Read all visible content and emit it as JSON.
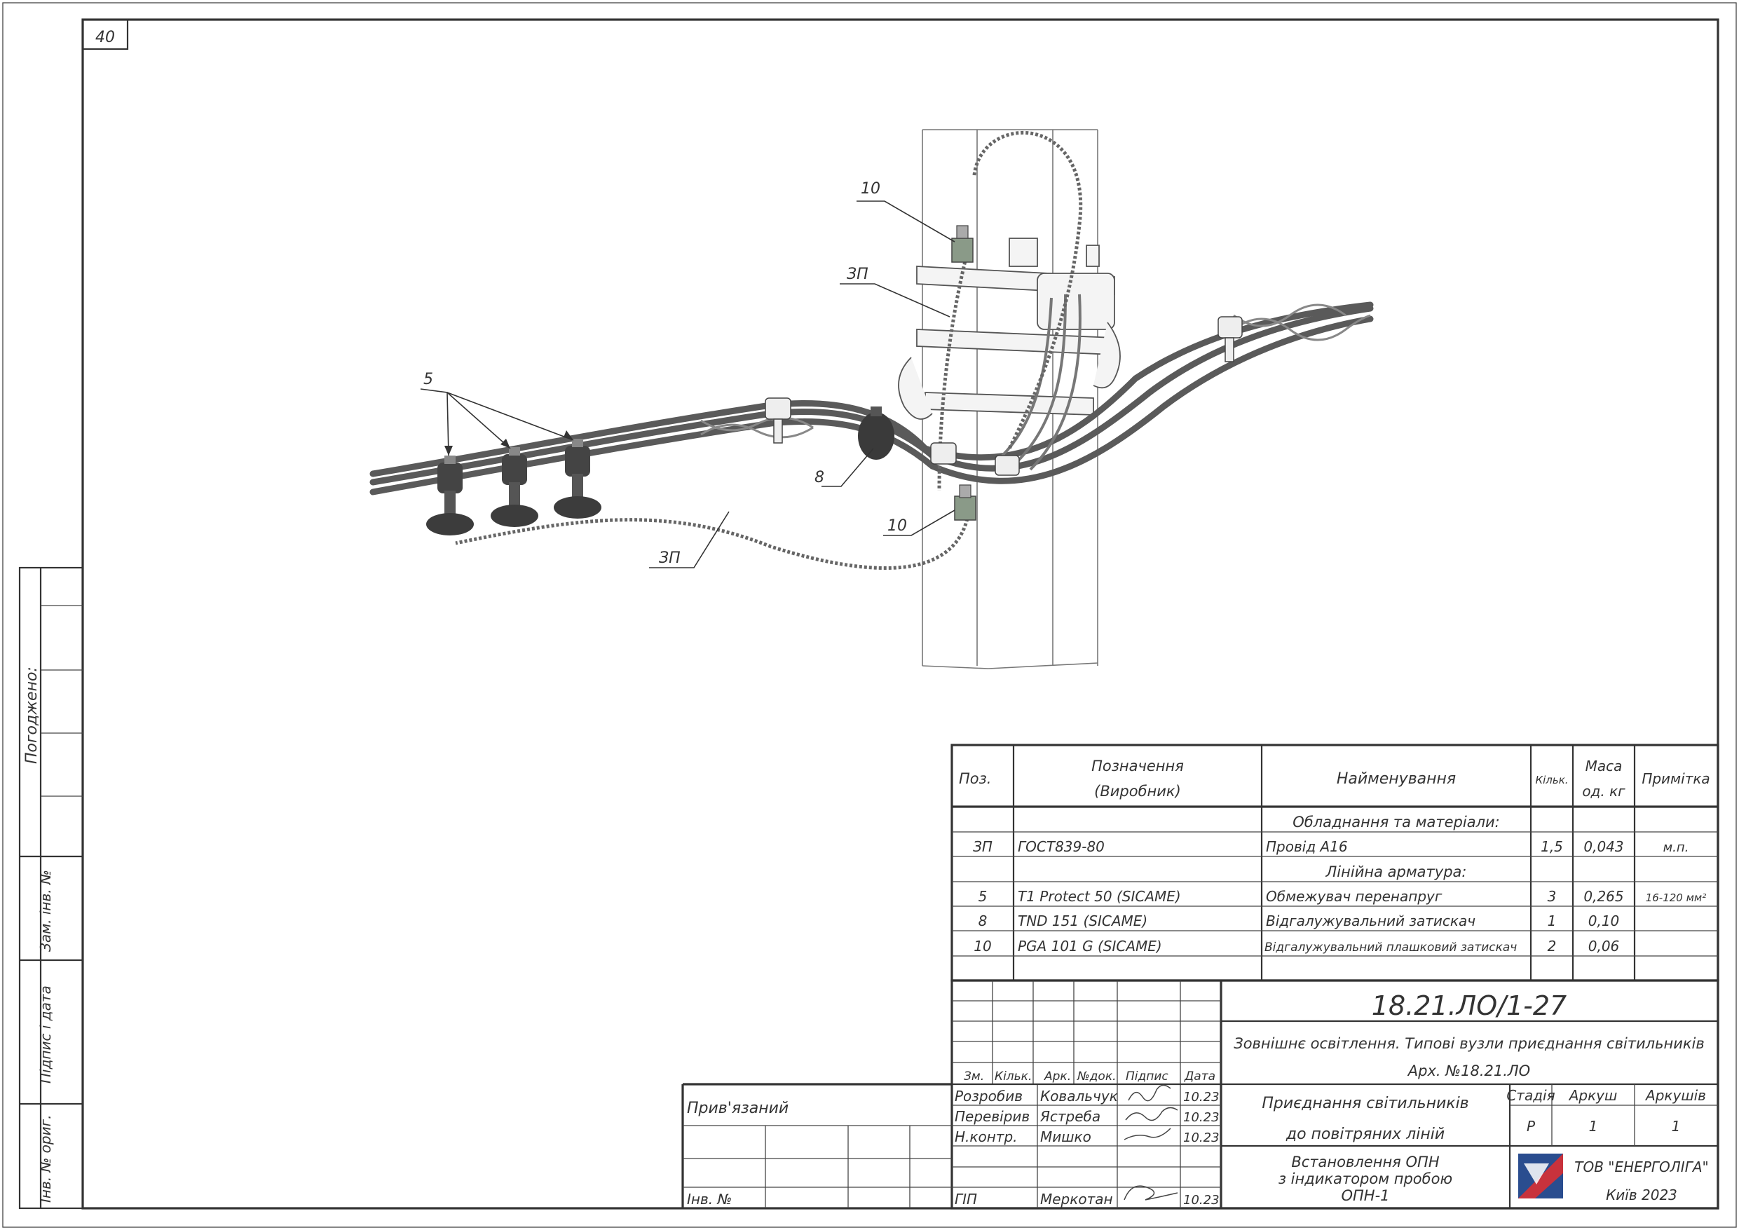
{
  "sheet_number": "40",
  "side_stamp": {
    "agreed": "Погоджено:",
    "replaced_inv": "Зам. інв. №",
    "sign_date": "Підпис і дата",
    "orig_inv": "Інв. № ориг."
  },
  "callouts": {
    "c10_top": "10",
    "c3p_top": "ЗП",
    "c5": "5",
    "c8": "8",
    "c10_bottom": "10",
    "c3p_bottom": "ЗП"
  },
  "spec_table": {
    "headers": {
      "pos": "Поз.",
      "designation_1": "Позначення",
      "designation_2": "(Виробник)",
      "name": "Найменування",
      "qty": "Кільк.",
      "mass_1": "Маса",
      "mass_2": "од. кг",
      "note": "Примітка"
    },
    "section_equipment": "Обладнання та матеріали:",
    "section_fittings": "Лінійна арматура:",
    "rows": [
      {
        "pos": "ЗП",
        "designation": "ГОСТ839-80",
        "name": "Провід А16",
        "qty": "1,5",
        "mass": "0,043",
        "note": "м.п."
      },
      {
        "pos": "5",
        "designation": "T1 Protect 50   (SICAME)",
        "name": "Обмежувач перенапруг",
        "qty": "3",
        "mass": "0,265",
        "note": "16-120 мм²"
      },
      {
        "pos": "8",
        "designation": "TND 151   (SICAME)",
        "name": "Відгалужувальний затискач",
        "qty": "1",
        "mass": "0,10",
        "note": ""
      },
      {
        "pos": "10",
        "designation": "PGA 101 G   (SICAME)",
        "name": "Відгалужувальний плашковий затискач",
        "qty": "2",
        "mass": "0,06",
        "note": ""
      }
    ]
  },
  "title_block": {
    "doc_code": "18.21.ЛО/1-27",
    "project_title": "Зовнішнє освітлення. Типові вузли приєднання світильників",
    "archive_no": "Арх. №18.21.ЛО",
    "sheet_title_1": "Приєднання світильників",
    "sheet_title_2": "до повітряних ліній",
    "drawing_title_1": "Встановлення ОПН",
    "drawing_title_2": "з індикатором пробою",
    "drawing_title_3": "ОПН-1",
    "stage_label": "Стадія",
    "sheet_label": "Аркуш",
    "sheets_label": "Аркушів",
    "stage_value": "Р",
    "sheet_value": "1",
    "sheets_value": "1",
    "company": "ТОВ \"ЕНЕРГОЛІГА\"",
    "city_year": "Київ 2023",
    "col_headers": {
      "zm": "Зм.",
      "kilk": "Кільк.",
      "ark": "Арк.",
      "ndok": "№док.",
      "pidpys": "Підпис",
      "data": "Дата"
    },
    "roles": [
      {
        "role": "Розробив",
        "name": "Ковальчук",
        "date": "10.23"
      },
      {
        "role": "Перевірив",
        "name": "Ястреба",
        "date": "10.23"
      },
      {
        "role": "Н.контр.",
        "name": "Мишко",
        "date": "10.23"
      },
      {
        "role": "ГІП",
        "name": "Меркотан",
        "date": "10.23"
      }
    ],
    "bound_label": "Прив'язаний",
    "inv_label": "Інв. №"
  },
  "colors": {
    "line": "#333333",
    "logo_blue": "#2a4d8f",
    "logo_red": "#c8323c"
  }
}
